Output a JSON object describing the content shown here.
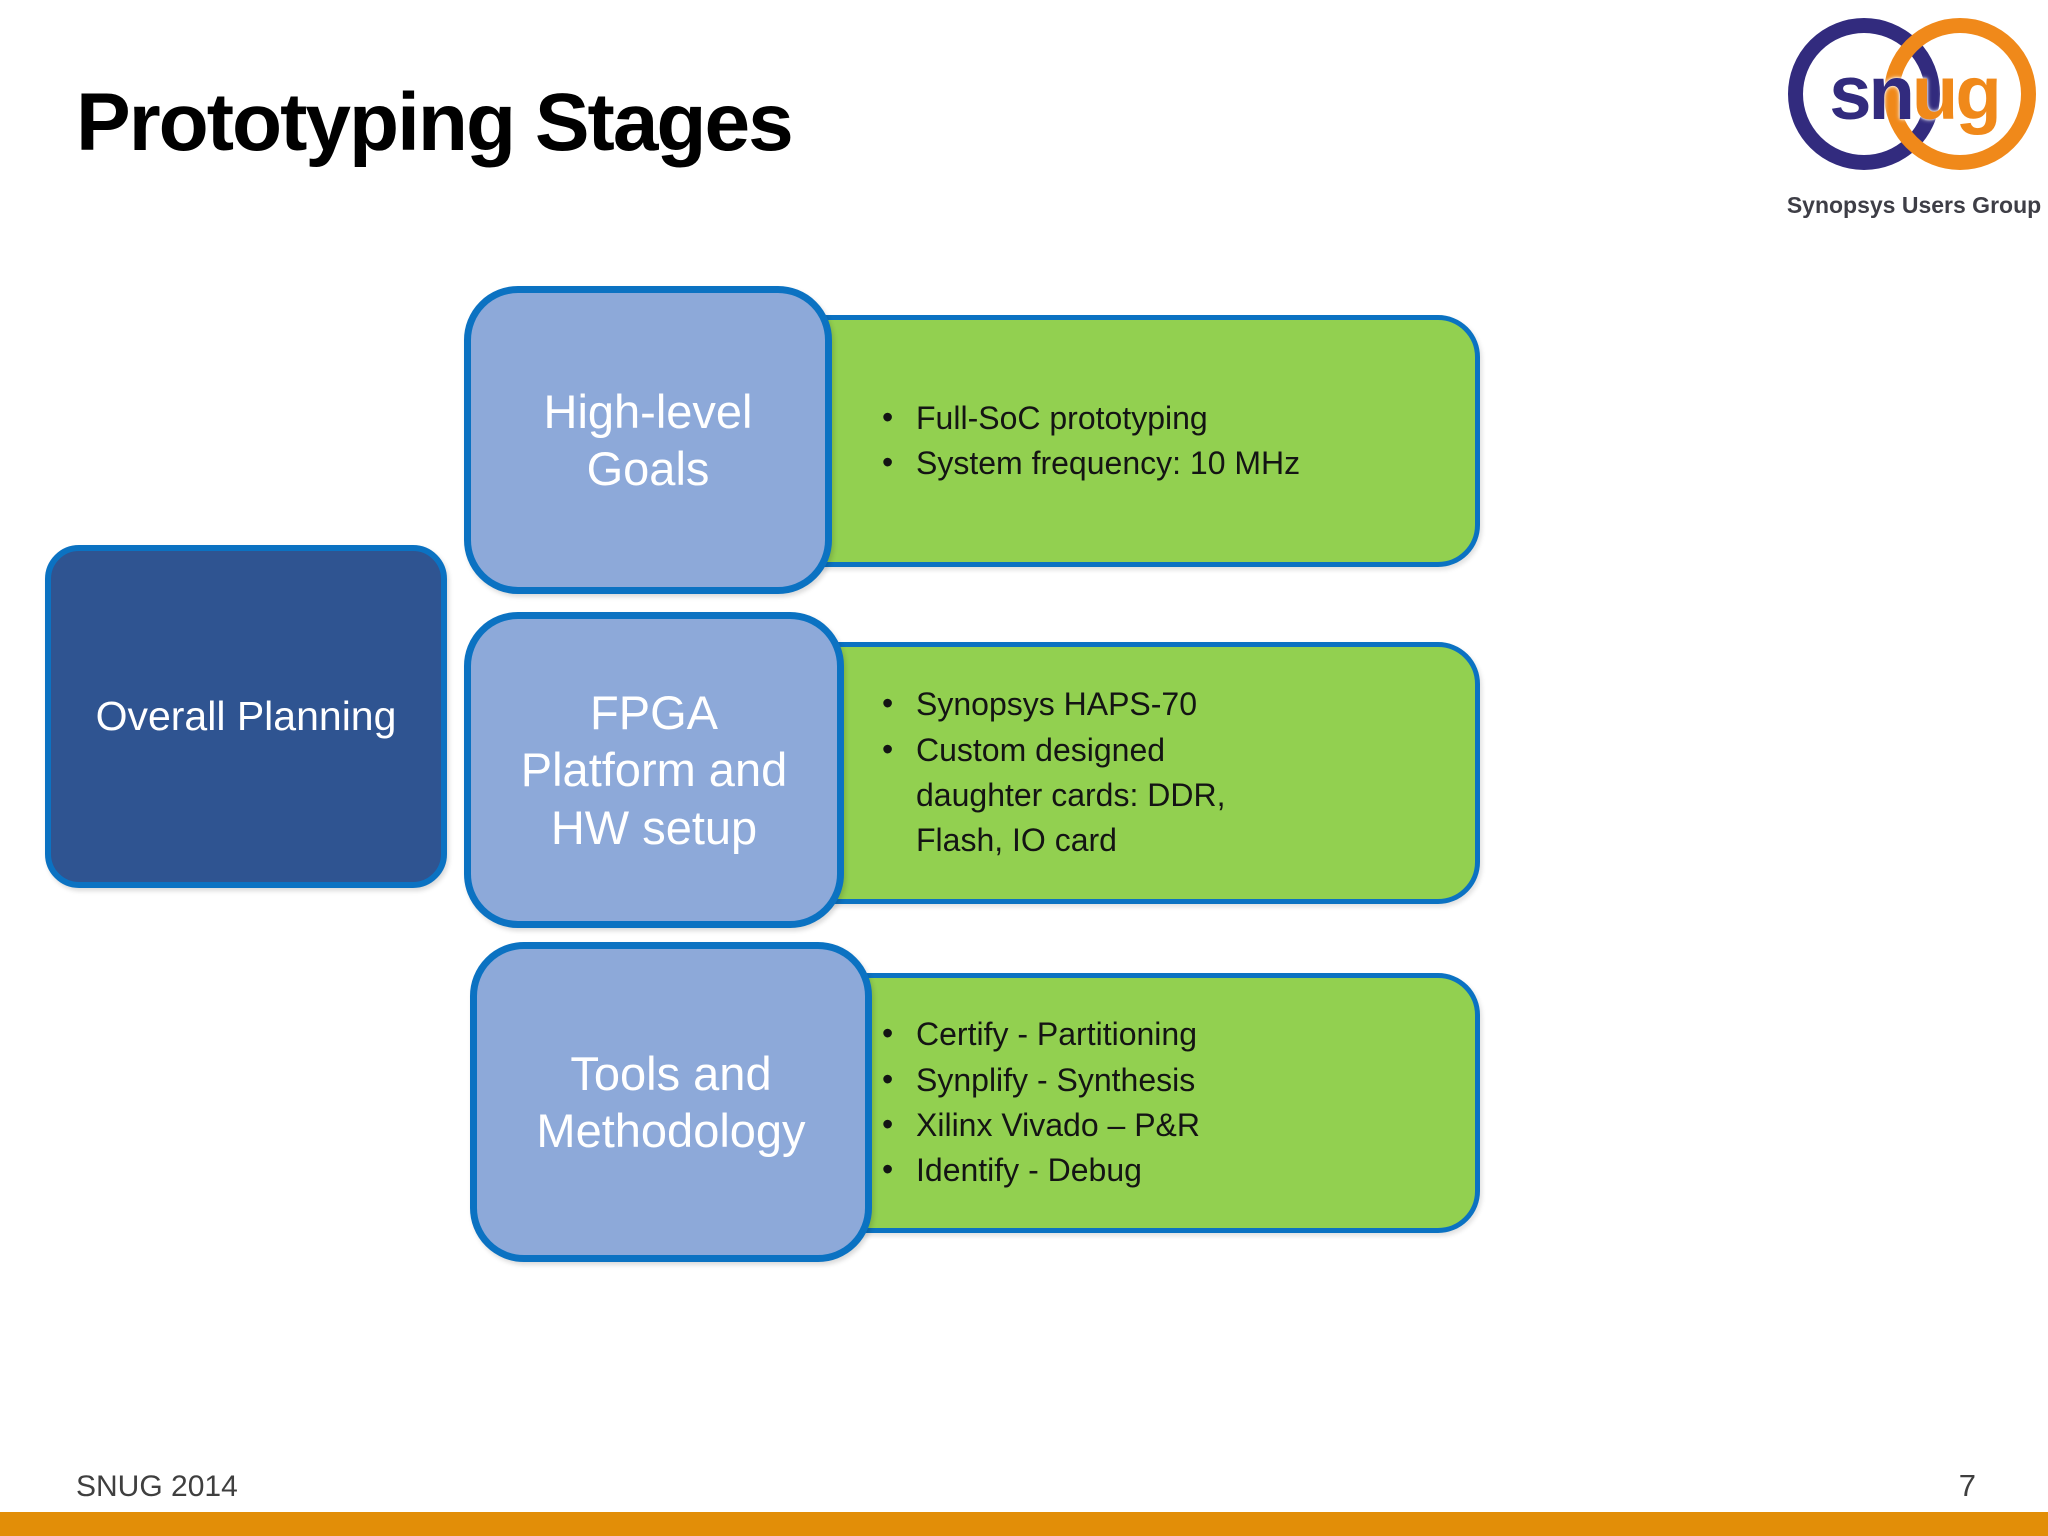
{
  "slide": {
    "title": "Prototyping Stages",
    "footer_left": "SNUG 2014",
    "page_number": "7"
  },
  "logo": {
    "word_part1": "sn",
    "word_part2": "ug",
    "caption": "Synopsys Users Group",
    "colors": {
      "indigo": "#322b7e",
      "orange": "#f0891a"
    }
  },
  "diagram": {
    "root": {
      "label": "Overall Planning"
    },
    "stages": [
      {
        "label": "High-level Goals",
        "bullets": [
          "Full-SoC prototyping",
          "System frequency: 10 MHz"
        ]
      },
      {
        "label": "FPGA Platform and HW setup",
        "bullets": [
          "Synopsys HAPS-70",
          "Custom designed daughter cards: DDR, Flash, IO card"
        ]
      },
      {
        "label": "Tools and Methodology",
        "bullets": [
          "Certify - Partitioning",
          "Synplify - Synthesis",
          "Xilinx Vivado – P&R",
          "Identify - Debug"
        ]
      }
    ],
    "colors": {
      "root_fill": "#2f5491",
      "stage_fill": "#8da9d9",
      "detail_fill": "#92d050",
      "box_border": "#0b72c2",
      "footer_bar": "#e28e08"
    }
  }
}
